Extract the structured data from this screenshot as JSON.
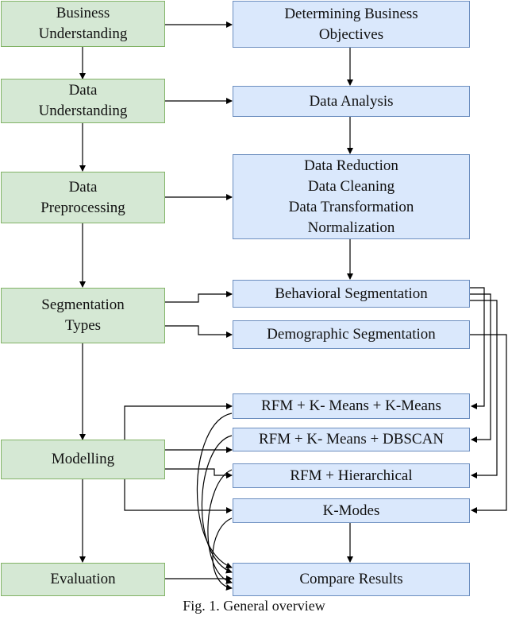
{
  "phases": {
    "business": [
      "Business",
      "Understanding"
    ],
    "data": [
      "Data",
      "Understanding"
    ],
    "prep": [
      "Data",
      "Preprocessing"
    ],
    "types": [
      "Segmentation",
      "Types"
    ],
    "modelling": [
      "Modelling"
    ],
    "evaluation": [
      "Evaluation"
    ]
  },
  "tasks": {
    "objectives": [
      "Determining Business",
      "Objectives"
    ],
    "analysis": [
      "Data Analysis"
    ],
    "preprocessing_steps": [
      "Data Reduction",
      "Data Cleaning",
      "Data Transformation",
      "Normalization"
    ],
    "behavioral": [
      "Behavioral Segmentation"
    ],
    "demographic": [
      "Demographic Segmentation"
    ],
    "model1": [
      "RFM + K- Means + K-Means"
    ],
    "model2": [
      "RFM + K- Means + DBSCAN"
    ],
    "model3": [
      "RFM + Hierarchical"
    ],
    "model4": [
      "K-Modes"
    ],
    "compare": [
      "Compare Results"
    ]
  },
  "caption": "Fig. 1. General overview",
  "colors": {
    "phase_fill": "#d5e8d4",
    "phase_border": "#82b366",
    "task_fill": "#dae8fc",
    "task_border": "#6c8ebf",
    "edge": "#000000"
  }
}
